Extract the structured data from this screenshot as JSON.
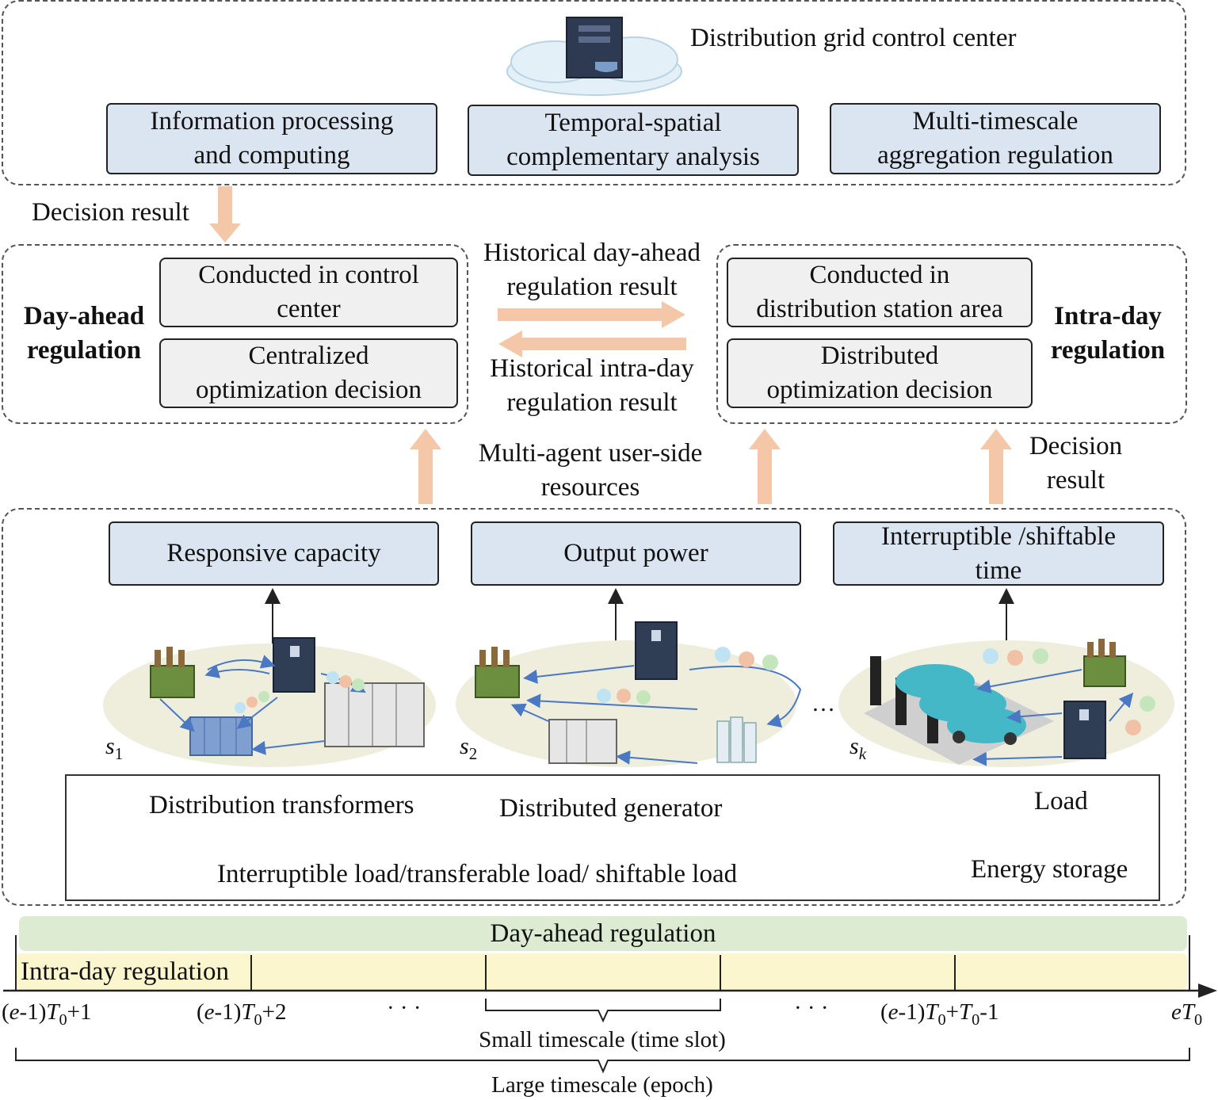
{
  "control_center": {
    "title": "Distribution grid control center",
    "modules": [
      "Information processing\nand computing",
      "Temporal-spatial\ncomplementary analysis",
      "Multi-timescale\naggregation regulation"
    ]
  },
  "decision_result_left": "Decision result",
  "day_ahead": {
    "label": "Day-ahead\nregulation",
    "box1": "Conducted in control\ncenter",
    "box2": "Centralized\noptimization decision"
  },
  "intra_day": {
    "label": "Intra-day\nregulation",
    "box1": "Conducted in\ndistribution station area",
    "box2": "Distributed\noptimization decision"
  },
  "historical_day_ahead": "Historical  day-ahead\nregulation result",
  "historical_intra_day": "Historical  intra-day\nregulation result",
  "multi_agent": "Multi-agent user-side\nresources",
  "decision_result_right": "Decision\nresult",
  "resources": {
    "boxes": [
      "Responsive capacity",
      "Output power",
      "Interruptible /shiftable\ntime"
    ],
    "clusters": [
      {
        "sym": "s",
        "sub": "1"
      },
      {
        "sym": "s",
        "sub": "2"
      },
      {
        "sym": "s",
        "sub": "k"
      }
    ],
    "ellipsis": "…"
  },
  "legend": {
    "transformers": "Distribution transformers",
    "generator": "Distributed generator",
    "load": "Load",
    "flex_load": "Interruptible load/transferable load/ shiftable load",
    "storage": "Energy storage"
  },
  "timeline": {
    "day_ahead": "Day-ahead regulation",
    "intra_day": "Intra-day regulation",
    "ticks": [
      {
        "pre": "(",
        "it1": "e",
        "mid": "-1)",
        "it2": "T",
        "sub": "0",
        "post": "+1"
      },
      {
        "pre": "(",
        "it1": "e",
        "mid": "-1)",
        "it2": "T",
        "sub": "0",
        "post": "+2"
      },
      {
        "pre": "(",
        "it1": "e",
        "mid": "-1)",
        "it2": "T",
        "sub": "0",
        "post": "+",
        "it3": "T",
        "sub3": "0",
        "post3": "-1"
      },
      {
        "pre": "",
        "it1": "e",
        "mid": "",
        "it2": "T",
        "sub": "0",
        "post": ""
      }
    ],
    "dots": "· · ·",
    "small_timescale": "Small timescale  (time slot)",
    "large_timescale": "Large timescale  (epoch)"
  },
  "colors": {
    "blue_box": "#dbe5f1",
    "arrow": "#f4c7a8",
    "day_ahead_bar": "#dcebd2",
    "intra_day_bar": "#fbf6cd",
    "cluster_bg": "#efeedd"
  }
}
